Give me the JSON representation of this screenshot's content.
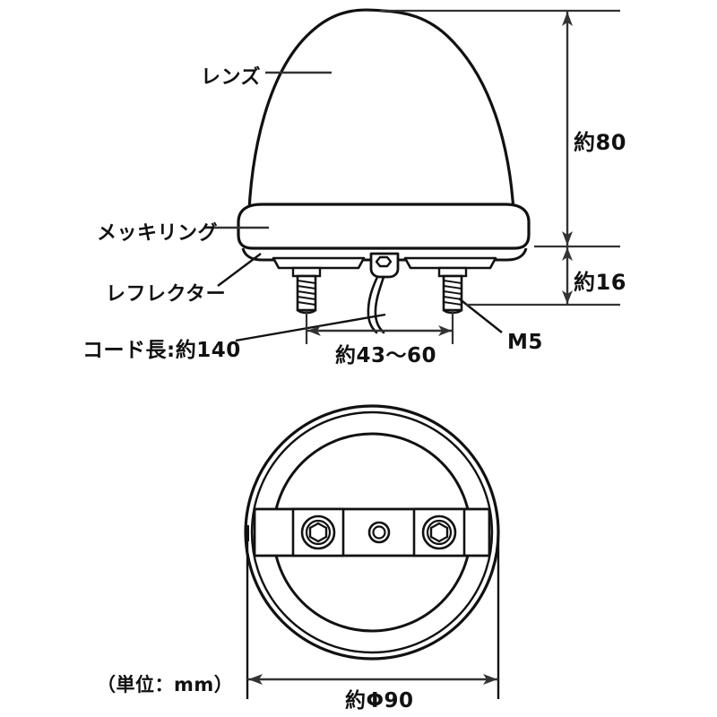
{
  "drawing": {
    "title": "LED marker lamp technical drawing",
    "unit_note": "（単位：mm）",
    "line_color": "#111111",
    "dim_color": "#333333",
    "background": "#ffffff"
  },
  "labels": {
    "lens": "レンズ",
    "chrome_ring": "メッキリング",
    "reflector": "レフレクター",
    "cord_length": "コード長:約140",
    "bolt_thread": "M5"
  },
  "dimensions": {
    "height_dome": "約80",
    "height_base": "約16",
    "bolt_pitch": "約43〜60",
    "diameter": "約Φ90"
  },
  "views": {
    "side_view_name": "side-elevation",
    "bottom_view_name": "bottom-plan"
  }
}
